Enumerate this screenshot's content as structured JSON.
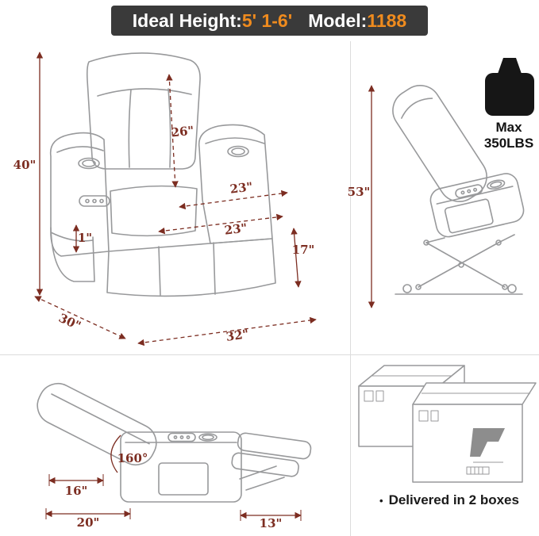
{
  "header": {
    "ideal_height_label": "Ideal Height:",
    "ideal_height_value": "5' 1-6'",
    "model_label": "Model:",
    "model_value": "1188"
  },
  "front_view": {
    "overall_height": "40\"",
    "back_height": "26\"",
    "between_arms_width": "23\"",
    "seat_width": "23\"",
    "seat_height": "17\"",
    "side_pocket": "1\"",
    "seat_depth": "30\"",
    "overall_width": "32\""
  },
  "lift_view": {
    "lift_height": "53\"",
    "max_label": "Max",
    "max_weight": "350LBS"
  },
  "recline_view": {
    "recline_angle": "160°",
    "footrest_height": "16\"",
    "base_length": "20\"",
    "footrest_length": "13\""
  },
  "delivery": {
    "bullet": "•",
    "text": "Delivered in 2 boxes"
  },
  "icons": {
    "weight_icon": "max-weight-capacity-icon",
    "boxes_icon": "two-shipping-boxes"
  },
  "colors": {
    "header_background": "#3a3a3a",
    "header_text": "#ffffff",
    "accent_orange": "#ef8b1e",
    "dimension_color": "#7c2d21",
    "line_art_gray": "#98999b"
  }
}
